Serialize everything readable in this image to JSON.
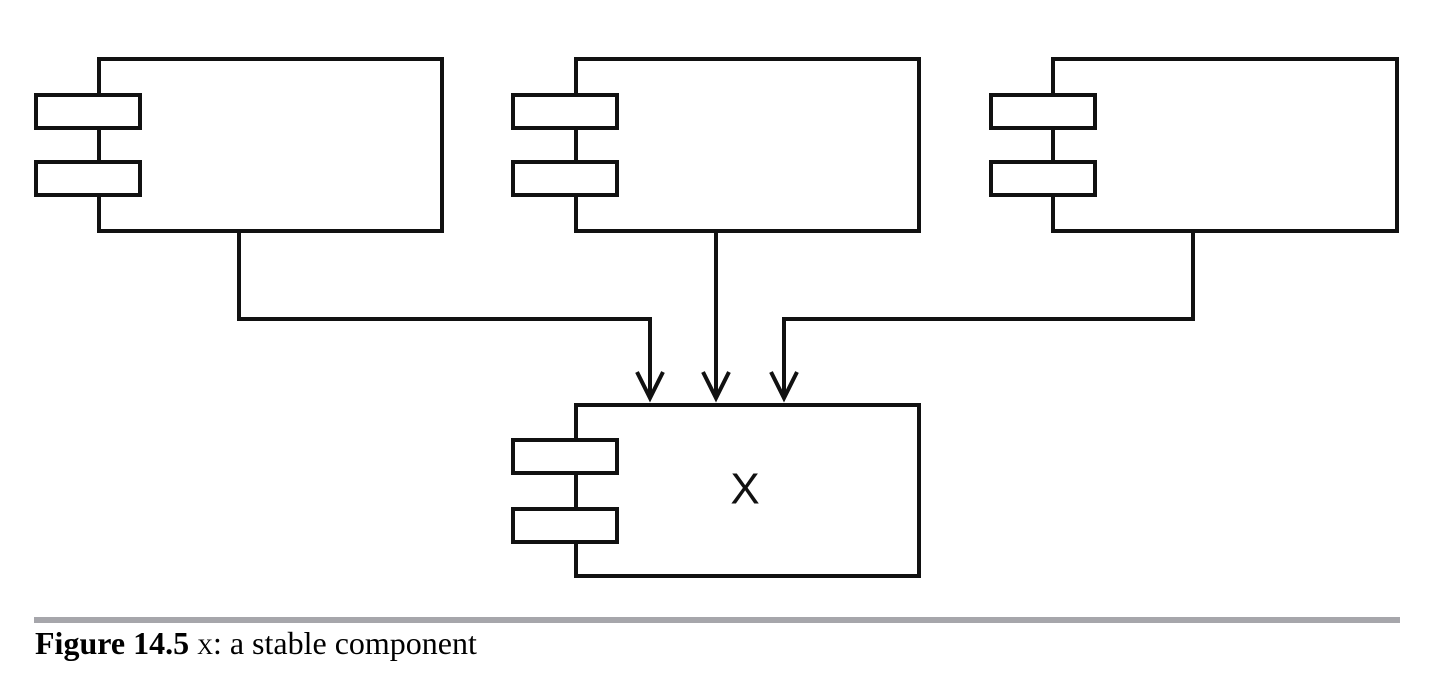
{
  "diagram": {
    "components": [
      {
        "id": "top-left",
        "label": ""
      },
      {
        "id": "top-center",
        "label": ""
      },
      {
        "id": "top-right",
        "label": ""
      },
      {
        "id": "bottom",
        "label": "X"
      }
    ],
    "dependencies": [
      {
        "from": "top-left",
        "to": "bottom"
      },
      {
        "from": "top-center",
        "to": "bottom"
      },
      {
        "from": "top-right",
        "to": "bottom"
      }
    ],
    "stroke_color": "#111111"
  },
  "caption": {
    "figure_number": "Figure 14.5",
    "component_name": "X",
    "description": ": a stable component"
  }
}
